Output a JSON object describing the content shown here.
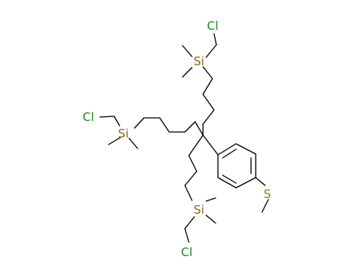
{
  "labels": {
    "cl_top": "Cl",
    "si_top": "Si",
    "cl_left": "Cl",
    "si_left": "Si",
    "s_thioether": "S",
    "si_bottom": "Si",
    "cl_bottom": "Cl"
  },
  "colors": {
    "bond": "#000000",
    "chlorine": "#1a8a1a",
    "silicon": "#8a6a1a",
    "sulfur": "#8a8a00"
  }
}
